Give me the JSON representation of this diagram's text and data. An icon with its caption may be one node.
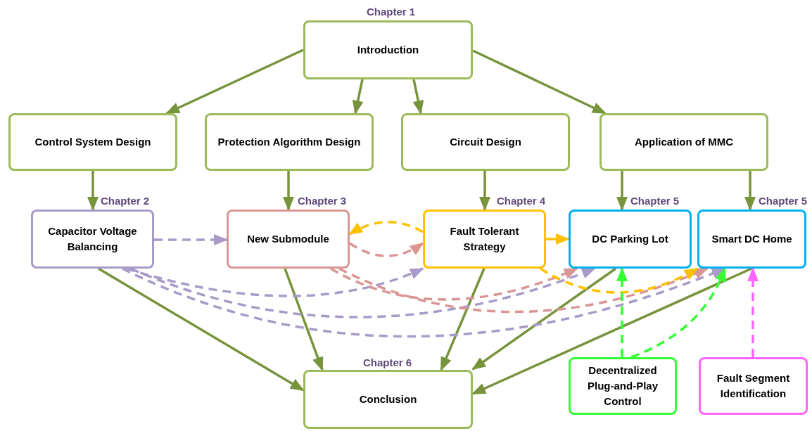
{
  "diagram": {
    "nodes": [
      {
        "text": [
          "Introduction"
        ],
        "beside": [
          "Chapter 1"
        ]
      },
      {
        "text": [
          "Control System Design"
        ]
      },
      {
        "text": [
          "Protection Algorithm Design"
        ]
      },
      {
        "text": [
          "Circuit Design"
        ]
      },
      {
        "text": [
          "Application of MMC"
        ]
      },
      {
        "text": [
          "Capacitor Voltage Balancing"
        ],
        "beside": [
          "Chapter 2"
        ]
      },
      {
        "text": [
          "New Submodule"
        ],
        "beside": [
          "Chapter 3"
        ]
      },
      {
        "text": [
          "Fault Tolerant Strategy"
        ],
        "beside": [
          "Chapter 4"
        ]
      },
      {
        "text": [
          "DC Parking Lot"
        ],
        "beside": [
          "Chapter 5"
        ]
      },
      {
        "text": [
          "Smart DC Home"
        ],
        "beside": [
          "Chapter 5"
        ]
      },
      {
        "text": [
          "Conclusion"
        ],
        "beside": [
          "Chapter 6"
        ]
      },
      {
        "text": [
          "Decentralized Plug-and-Play Control"
        ]
      },
      {
        "text": [
          "Fault Segment Identification"
        ]
      }
    ],
    "edges": [
      {
        "from": 0,
        "to": 1,
        "arrow": "to"
      },
      {
        "from": 0,
        "to": 2,
        "arrow": "to"
      },
      {
        "from": 0,
        "to": 3,
        "arrow": "to"
      },
      {
        "from": 0,
        "to": 4,
        "arrow": "to"
      },
      {
        "from": 1,
        "to": 5,
        "arrow": "to"
      },
      {
        "from": 2,
        "to": 6,
        "arrow": "to"
      },
      {
        "from": 3,
        "to": 7,
        "arrow": "to"
      },
      {
        "from": 4,
        "to": 8,
        "arrow": "to"
      },
      {
        "from": 4,
        "to": 9,
        "arrow": "to"
      },
      {
        "from": 5,
        "to": 10,
        "arrow": "to"
      },
      {
        "from": 6,
        "to": 10,
        "arrow": "to"
      },
      {
        "from": 7,
        "to": 10,
        "arrow": "to"
      },
      {
        "from": 8,
        "to": 10,
        "arrow": "to"
      },
      {
        "from": 9,
        "to": 10,
        "arrow": "to"
      },
      {
        "from": 5,
        "to": 6,
        "arrow": "to",
        "style": "dashed",
        "color": "#a99bc9"
      },
      {
        "from": 5,
        "to": 7,
        "arrow": "to",
        "style": "dashed",
        "color": "#a99bc9"
      },
      {
        "from": 5,
        "to": 8,
        "arrow": "to",
        "style": "dashed",
        "color": "#a99bc9"
      },
      {
        "from": 5,
        "to": 9,
        "arrow": "to",
        "style": "dashed",
        "color": "#a99bc9"
      },
      {
        "from": 6,
        "to": 7,
        "arrow": "to",
        "style": "dashed",
        "color": "#d99694"
      },
      {
        "from": 6,
        "to": 8,
        "arrow": "to",
        "style": "dashed",
        "color": "#d99694"
      },
      {
        "from": 6,
        "to": 9,
        "arrow": "to",
        "style": "dashed",
        "color": "#d99694"
      },
      {
        "from": 7,
        "to": 6,
        "arrow": "to",
        "style": "dashed",
        "color": "#ffc000"
      },
      {
        "from": 7,
        "to": 8,
        "arrow": "to",
        "color": "#ffc000"
      },
      {
        "from": 7,
        "to": 9,
        "arrow": "to",
        "style": "dashed",
        "color": "#ffc000"
      },
      {
        "from": 11,
        "to": 8,
        "arrow": "to",
        "style": "dashed",
        "color": "#33ff33"
      },
      {
        "from": 11,
        "to": 9,
        "arrow": "to",
        "style": "dashed",
        "color": "#33ff33"
      },
      {
        "from": 12,
        "to": 9,
        "arrow": "to",
        "style": "dashed",
        "color": "#ff66ff"
      }
    ]
  }
}
